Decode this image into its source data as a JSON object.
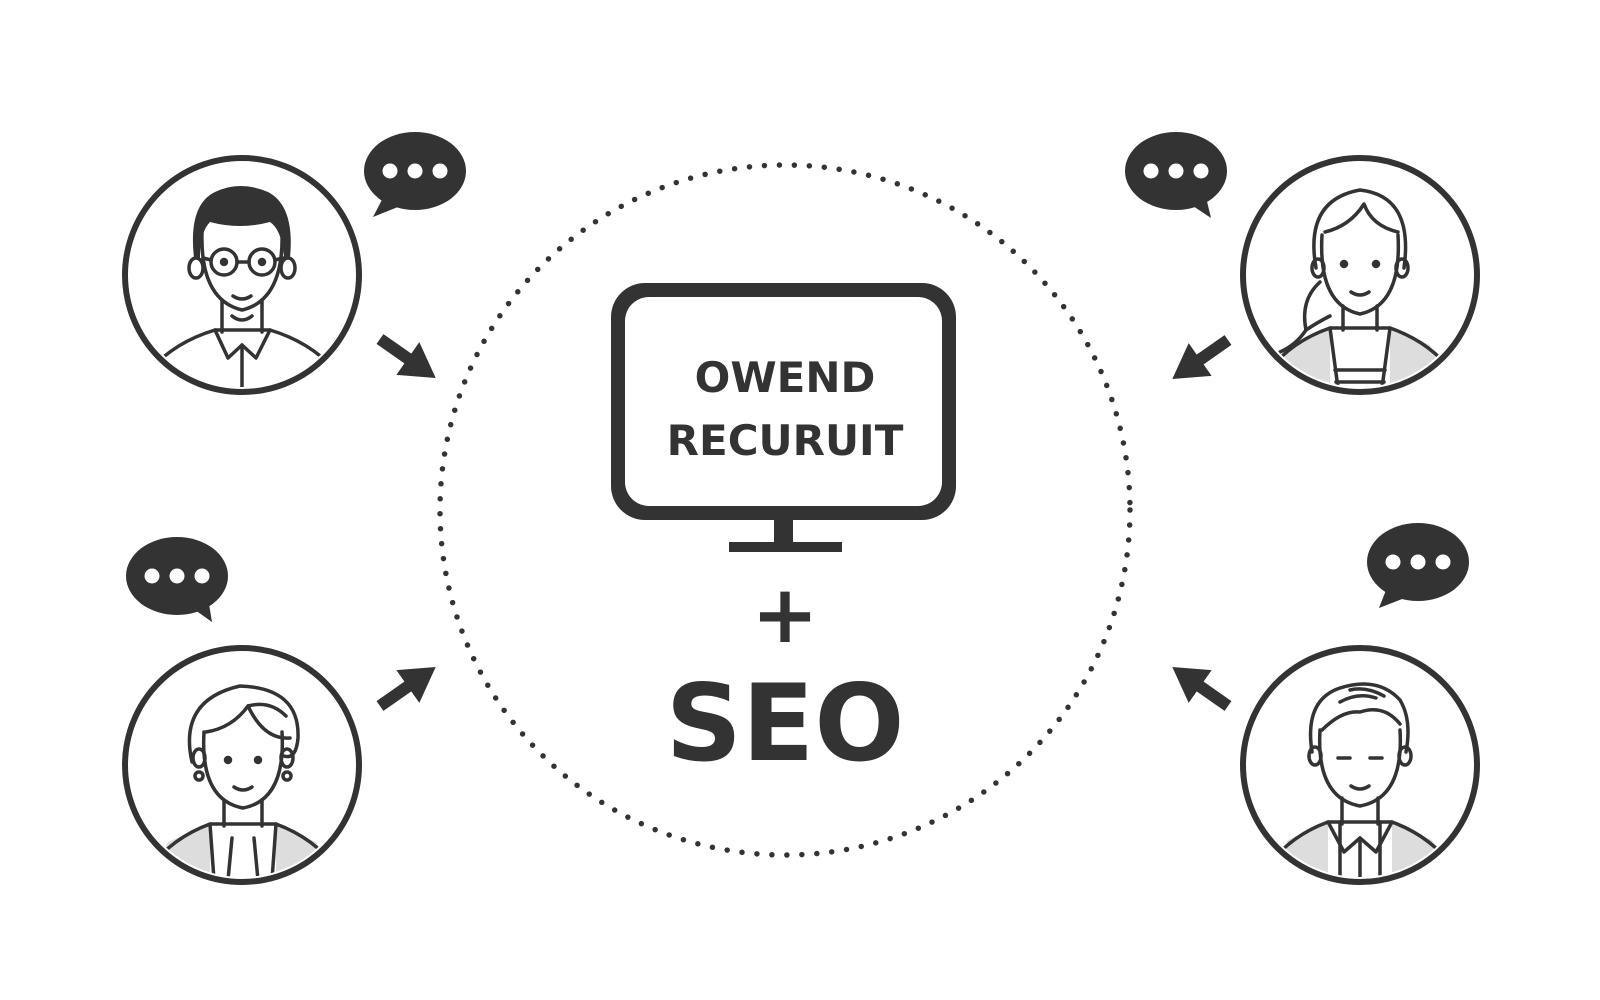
{
  "diagram": {
    "monitor": {
      "line1": "OWEND",
      "line2": "RECURUIT"
    },
    "plus_sign": "+",
    "keyword": "SEO"
  },
  "people": [
    {
      "id": "top-left",
      "description": "man with glasses",
      "icon": "person-glasses-icon"
    },
    {
      "id": "top-right",
      "description": "woman with ponytail",
      "icon": "person-ponytail-icon"
    },
    {
      "id": "bottom-left",
      "description": "woman with short hair",
      "icon": "person-short-hair-icon"
    },
    {
      "id": "bottom-right",
      "description": "man with swept hair",
      "icon": "person-swept-hair-icon"
    }
  ],
  "colors": {
    "ink": "#333333",
    "background": "#ffffff",
    "shade": "#dddddd"
  }
}
